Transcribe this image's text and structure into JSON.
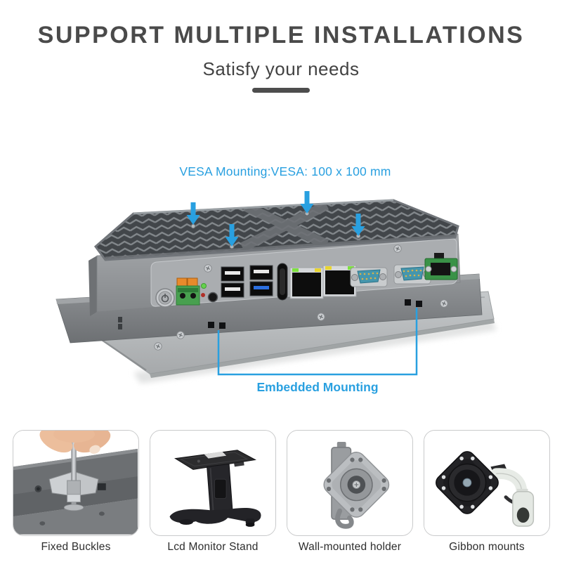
{
  "header": {
    "title": "SUPPORT MULTIPLE INSTALLATIONS",
    "subtitle": "Satisfy your needs"
  },
  "figure": {
    "vesa_label": "VESA Mounting:VESA: 100 x 100 mm",
    "embedded_label": "Embedded Mounting"
  },
  "options": [
    {
      "label": "Fixed Buckles"
    },
    {
      "label": "Lcd Monitor Stand"
    },
    {
      "label": "Wall-mounted holder"
    },
    {
      "label": "Gibbon mounts"
    }
  ],
  "colors": {
    "accent": "#29a0e0",
    "heading_text": "#4a4a4a"
  }
}
